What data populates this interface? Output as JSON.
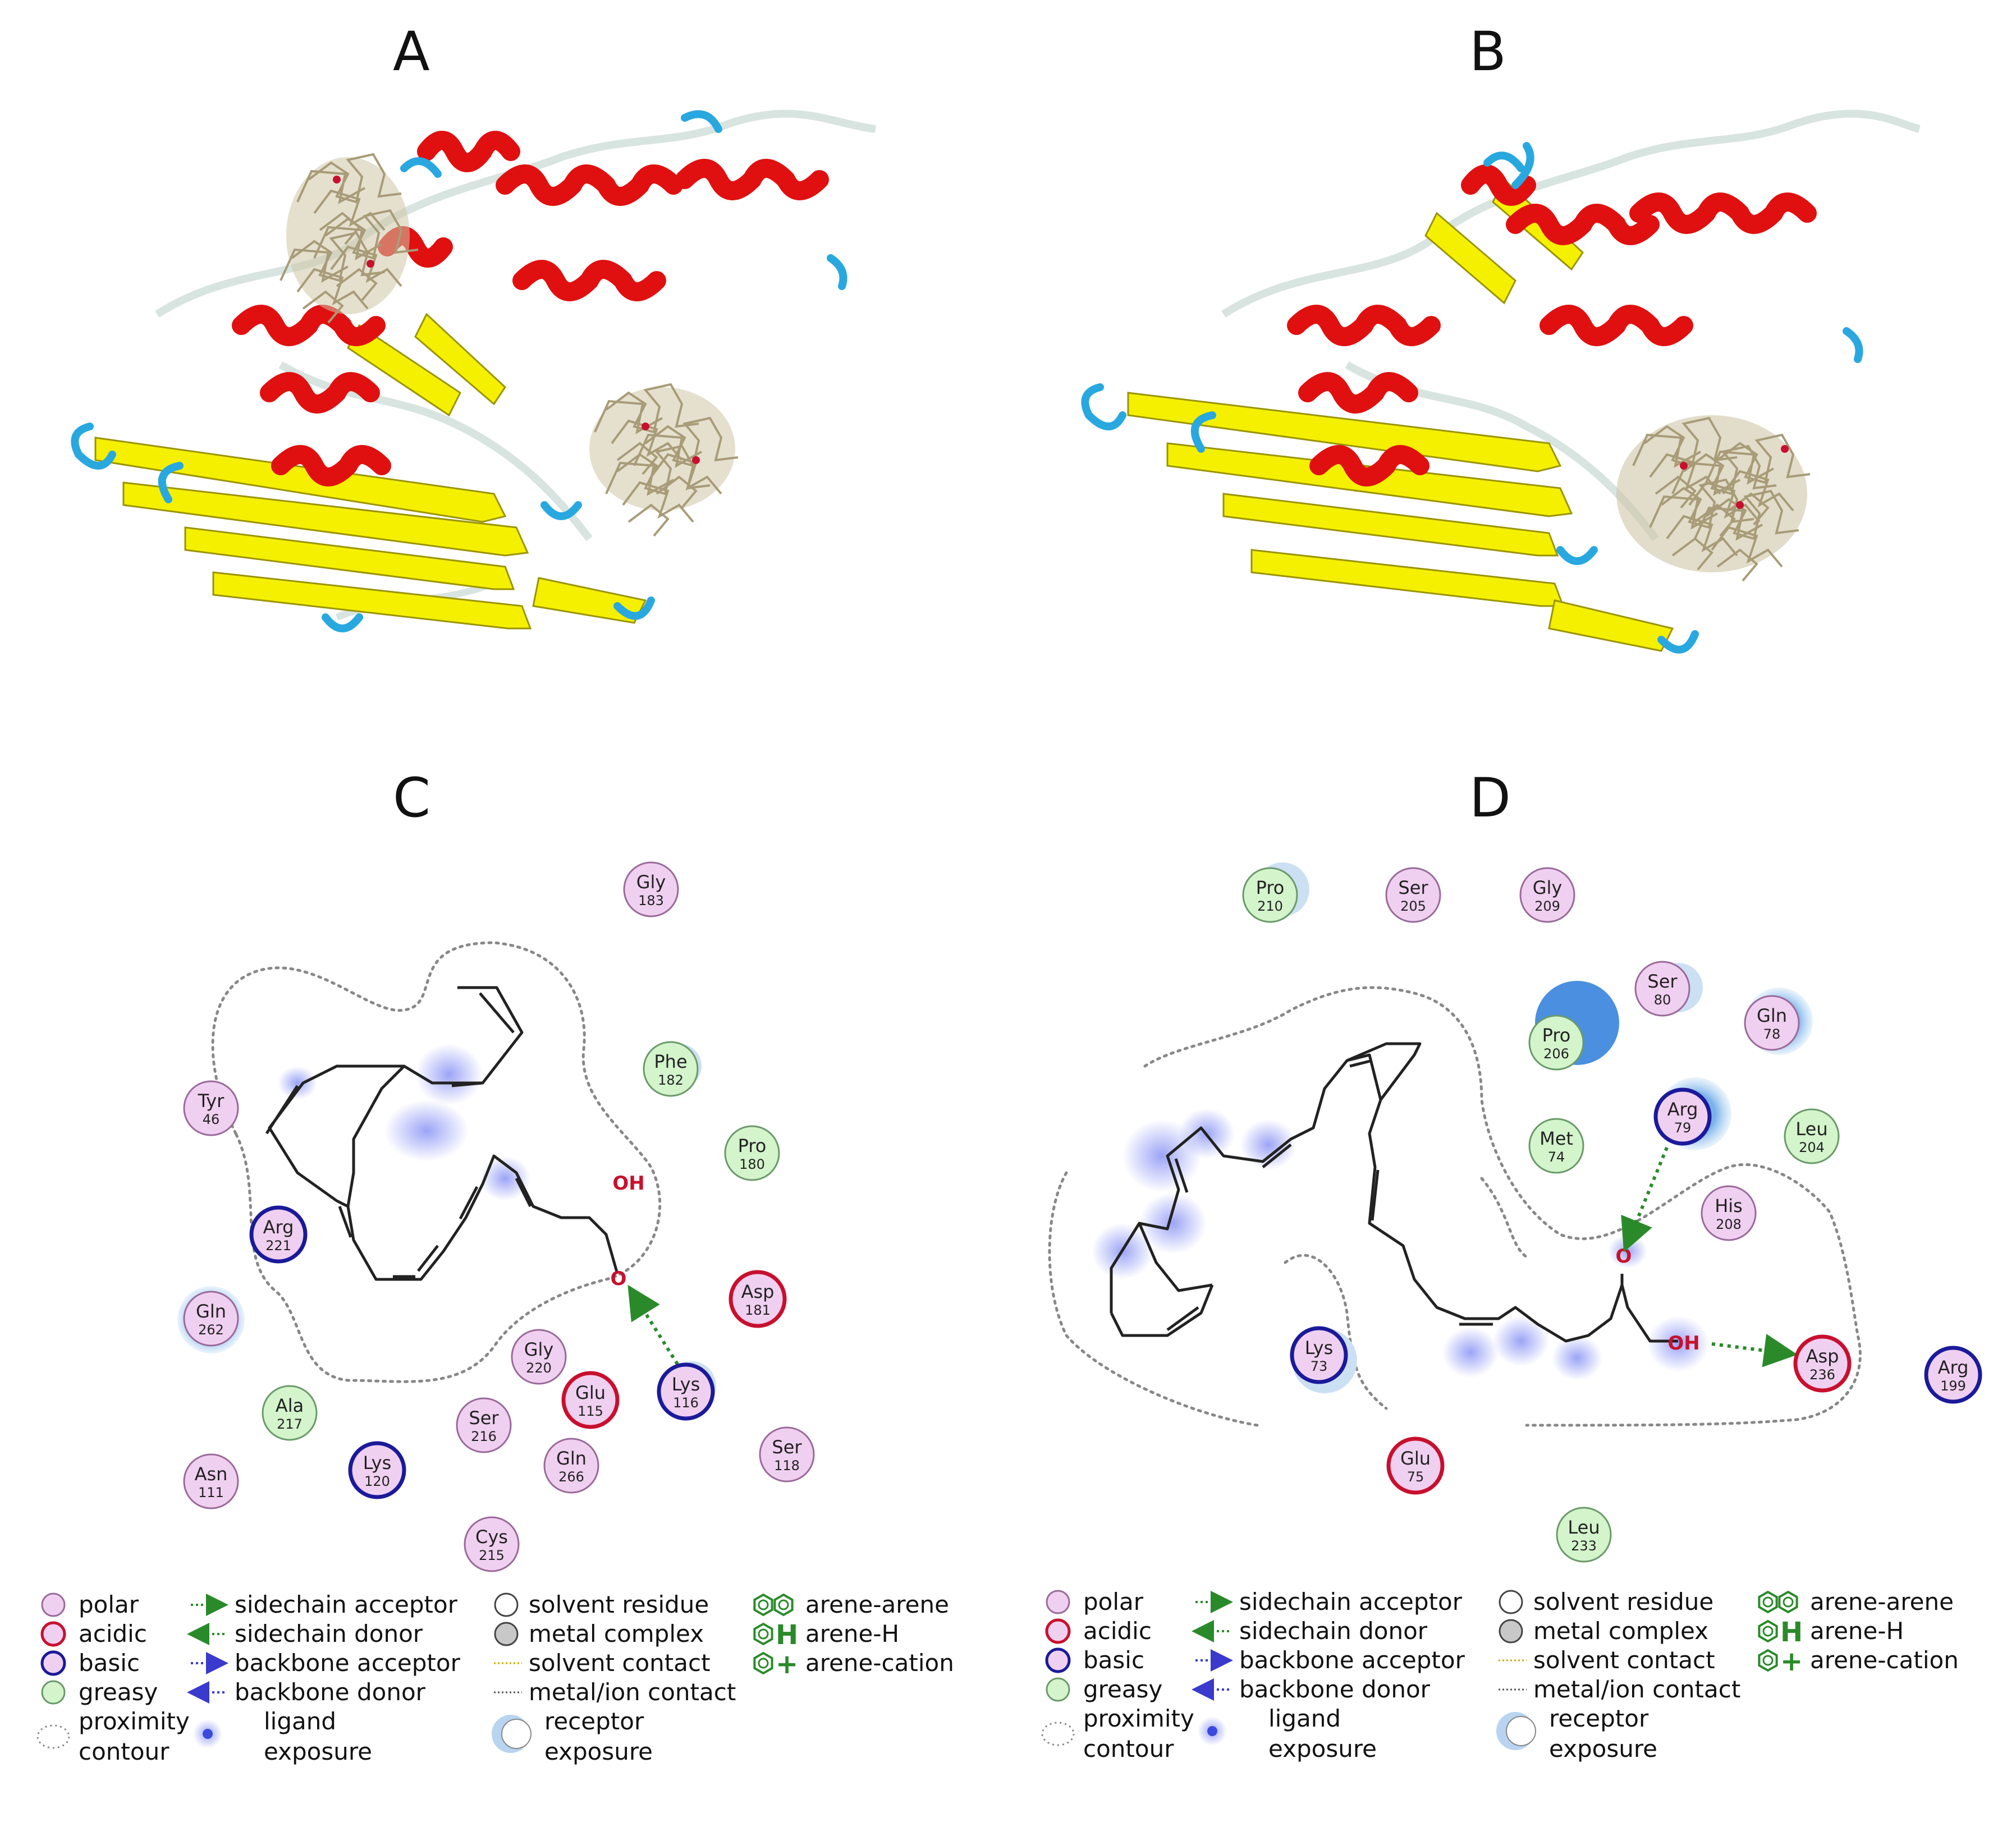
{
  "panels": [
    {
      "id": "A",
      "label": "A"
    },
    {
      "id": "B",
      "label": "B"
    },
    {
      "id": "C",
      "label": "C"
    },
    {
      "id": "D",
      "label": "D"
    }
  ],
  "atoms": {
    "oh": "OH",
    "o": "O"
  },
  "residues_C": [
    {
      "name": "Gly",
      "num": "183",
      "type": "polar"
    },
    {
      "name": "Tyr",
      "num": "46",
      "type": "polar"
    },
    {
      "name": "Phe",
      "num": "182",
      "type": "greasy"
    },
    {
      "name": "Pro",
      "num": "180",
      "type": "greasy"
    },
    {
      "name": "Arg",
      "num": "221",
      "type": "basic"
    },
    {
      "name": "Asp",
      "num": "181",
      "type": "acidic"
    },
    {
      "name": "Gln",
      "num": "262",
      "type": "polar"
    },
    {
      "name": "Gly",
      "num": "220",
      "type": "polar"
    },
    {
      "name": "Glu",
      "num": "115",
      "type": "acidic"
    },
    {
      "name": "Lys",
      "num": "116",
      "type": "basic"
    },
    {
      "name": "Ala",
      "num": "217",
      "type": "greasy"
    },
    {
      "name": "Ser",
      "num": "216",
      "type": "polar"
    },
    {
      "name": "Asn",
      "num": "111",
      "type": "polar"
    },
    {
      "name": "Lys",
      "num": "120",
      "type": "basic"
    },
    {
      "name": "Gln",
      "num": "266",
      "type": "polar"
    },
    {
      "name": "Ser",
      "num": "118",
      "type": "polar"
    },
    {
      "name": "Cys",
      "num": "215",
      "type": "polar"
    }
  ],
  "residues_D": [
    {
      "name": "Pro",
      "num": "210",
      "type": "greasy"
    },
    {
      "name": "Ser",
      "num": "205",
      "type": "polar"
    },
    {
      "name": "Gly",
      "num": "209",
      "type": "polar"
    },
    {
      "name": "Ser",
      "num": "80",
      "type": "polar"
    },
    {
      "name": "Pro",
      "num": "206",
      "type": "greasy"
    },
    {
      "name": "Gln",
      "num": "78",
      "type": "polar"
    },
    {
      "name": "Arg",
      "num": "79",
      "type": "basic"
    },
    {
      "name": "Met",
      "num": "74",
      "type": "greasy"
    },
    {
      "name": "Leu",
      "num": "204",
      "type": "greasy"
    },
    {
      "name": "His",
      "num": "208",
      "type": "polar"
    },
    {
      "name": "Lys",
      "num": "73",
      "type": "basic"
    },
    {
      "name": "Asp",
      "num": "236",
      "type": "acidic"
    },
    {
      "name": "Arg",
      "num": "199",
      "type": "basic"
    },
    {
      "name": "Glu",
      "num": "75",
      "type": "acidic"
    },
    {
      "name": "Leu",
      "num": "233",
      "type": "greasy"
    }
  ],
  "legend": {
    "polar": "polar",
    "acidic": "acidic",
    "basic": "basic",
    "greasy": "greasy",
    "proximity1": "proximity",
    "proximity2": "contour",
    "sc_acceptor": "sidechain acceptor",
    "sc_donor": "sidechain donor",
    "bb_acceptor": "backbone acceptor",
    "bb_donor": "backbone donor",
    "ligand1": "ligand",
    "ligand2": "exposure",
    "solvent_residue": "solvent residue",
    "metal_complex": "metal complex",
    "solvent_contact": "solvent contact",
    "metal_ion_contact": "metal/ion contact",
    "receptor1": "receptor",
    "receptor2": "exposure",
    "arene_arene": "arene-arene",
    "arene_h": "arene-H",
    "arene_cation": "arene-cation",
    "sym_h": "H",
    "sym_plus": "+"
  },
  "colors": {
    "polar_fill": "#f0d0f0",
    "polar_stroke": "#9a6a9a",
    "acidic_stroke": "#c8102e",
    "basic_stroke": "#1a1a9a",
    "greasy_fill": "#d4f4cc",
    "greasy_stroke": "#6a9a6a",
    "helix": "#e01010",
    "sheet": "#f5f000",
    "loop": "#29a8e0",
    "coil": "#d8e4e0",
    "ligand_mesh": "#b8ad8a",
    "hbond": "#2a8a2a",
    "exposure": "#4a5aee"
  }
}
